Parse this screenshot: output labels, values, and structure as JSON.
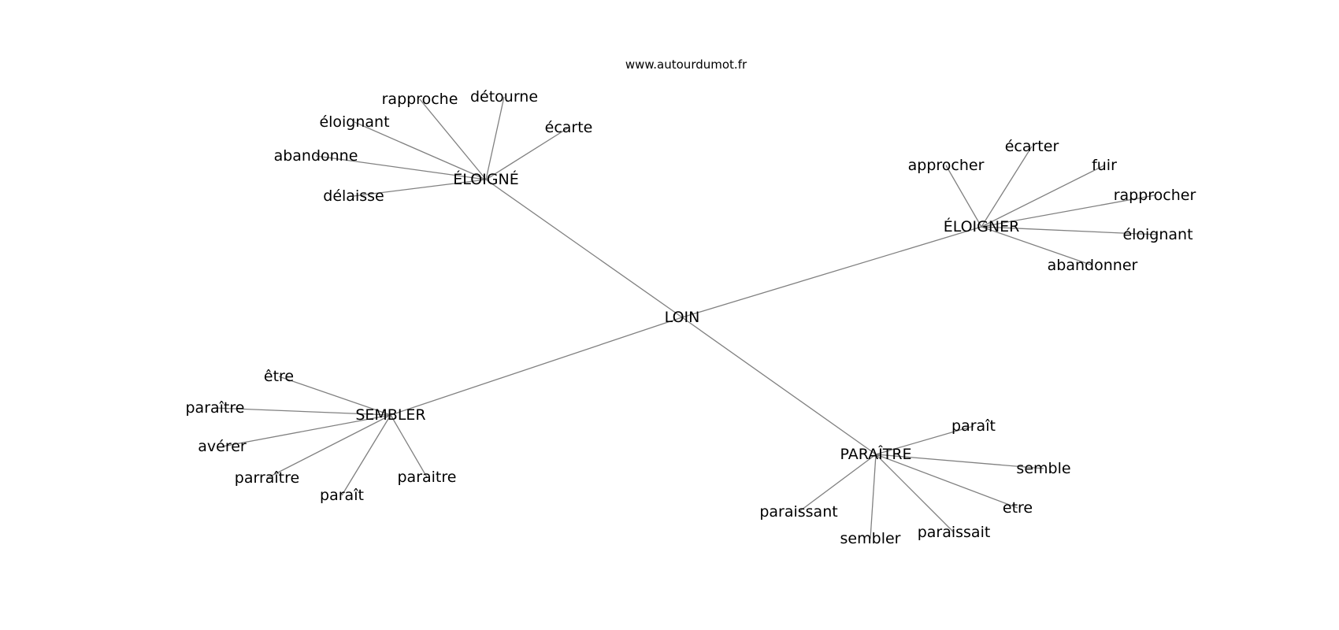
{
  "site": "www.autourdumot.fr",
  "center": "LOIN",
  "groups": [
    {
      "label": "ÉLOIGNÉ",
      "leaves": [
        "rapproche",
        "détourne",
        "éloignant",
        "écarte",
        "abandonne",
        "délaisse"
      ]
    },
    {
      "label": "ÉLOIGNER",
      "leaves": [
        "approcher",
        "écarter",
        "fuir",
        "rapprocher",
        "éloignant",
        "abandonner"
      ]
    },
    {
      "label": "SEMBLER",
      "leaves": [
        "être",
        "paraître",
        "avérer",
        "parraître",
        "paraît",
        "paraitre"
      ]
    },
    {
      "label": "PARAÎTRE",
      "leaves": [
        "paraît",
        "semble",
        "etre",
        "paraissait",
        "sembler",
        "paraissant"
      ]
    }
  ]
}
